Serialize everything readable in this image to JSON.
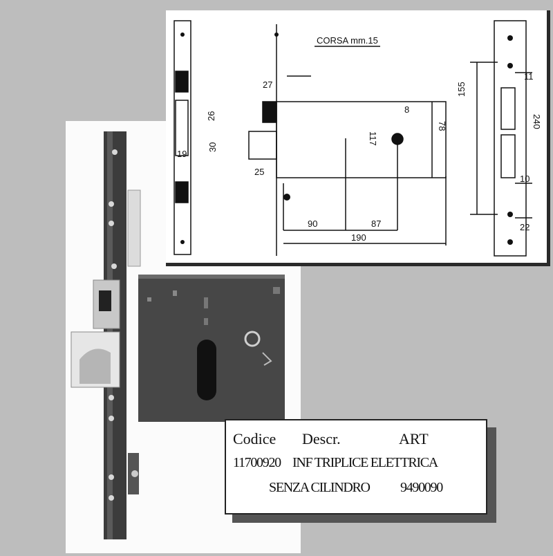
{
  "drawing": {
    "corsa": "CORSA  mm.15",
    "dims": {
      "d27": "27",
      "d26": "26",
      "d30": "30",
      "d25": "25",
      "d19": "19",
      "d117": "117",
      "d8": "8",
      "d78": "78",
      "d90": "90",
      "d87": "87",
      "d190": "190",
      "d155": "155",
      "d240": "240",
      "d11": "11",
      "d10": "10",
      "d22": "22"
    }
  },
  "info": {
    "hdr_code": "Codice",
    "hdr_desc": "Descr.",
    "hdr_art": "ART",
    "code": "11700920",
    "desc_line1": "INF TRIPLICE ELETTRICA",
    "desc_line2": "SENZA CILINDRO",
    "art": "9490090"
  },
  "colors": {
    "background": "#bdbdbd",
    "ink": "#111111",
    "plate": "#3a3a3a"
  }
}
